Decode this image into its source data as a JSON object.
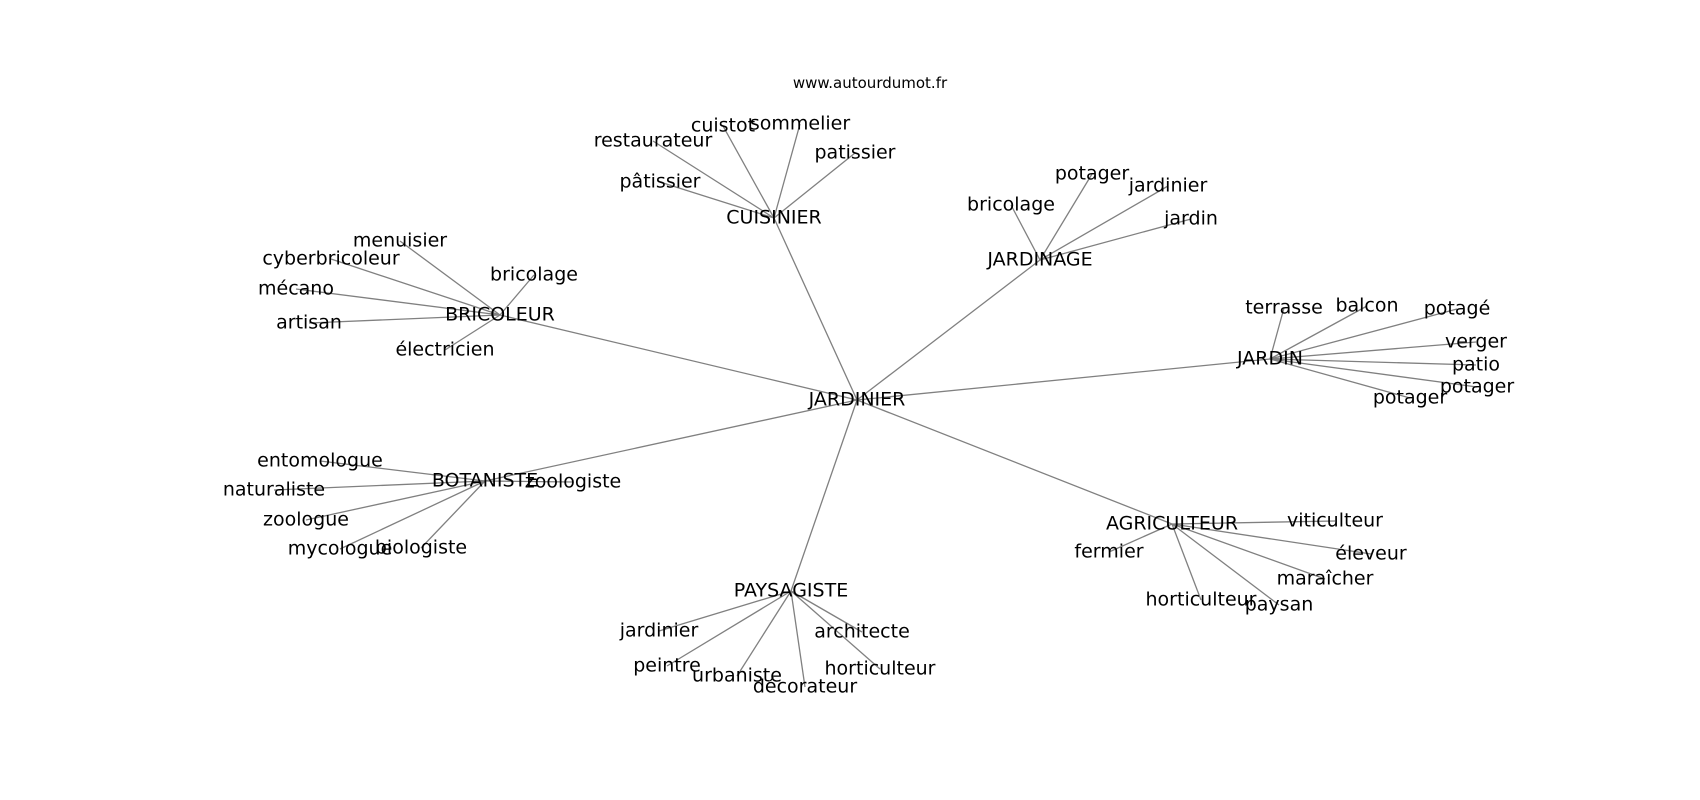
{
  "header": {
    "source": "www.autourdumot.fr"
  },
  "graph": {
    "center": "JARDINIER",
    "hubs": [
      {
        "label": "CUISINIER",
        "leaves": [
          "restaurateur",
          "cuistot",
          "sommelier",
          "patissier",
          "pâtissier"
        ]
      },
      {
        "label": "JARDINAGE",
        "leaves": [
          "bricolage",
          "potager",
          "jardinier",
          "jardin"
        ]
      },
      {
        "label": "BRICOLEUR",
        "leaves": [
          "menuisier",
          "cyberbricoleur",
          "mécano",
          "artisan",
          "électricien",
          "bricolage"
        ]
      },
      {
        "label": "JARDIN",
        "leaves": [
          "terrasse",
          "balcon",
          "potagé",
          "verger",
          "patio",
          "potager",
          "potager"
        ]
      },
      {
        "label": "BOTANISTE",
        "leaves": [
          "entomologue",
          "naturaliste",
          "zoologue",
          "mycologue",
          "biologiste",
          "zoologiste"
        ]
      },
      {
        "label": "AGRICULTEUR",
        "leaves": [
          "viticulteur",
          "fermier",
          "éleveur",
          "maraîcher",
          "horticulteur",
          "paysan"
        ]
      },
      {
        "label": "PAYSAGISTE",
        "leaves": [
          "jardinier",
          "architecte",
          "peintre",
          "urbaniste",
          "décorateur",
          "horticulteur"
        ]
      }
    ]
  }
}
